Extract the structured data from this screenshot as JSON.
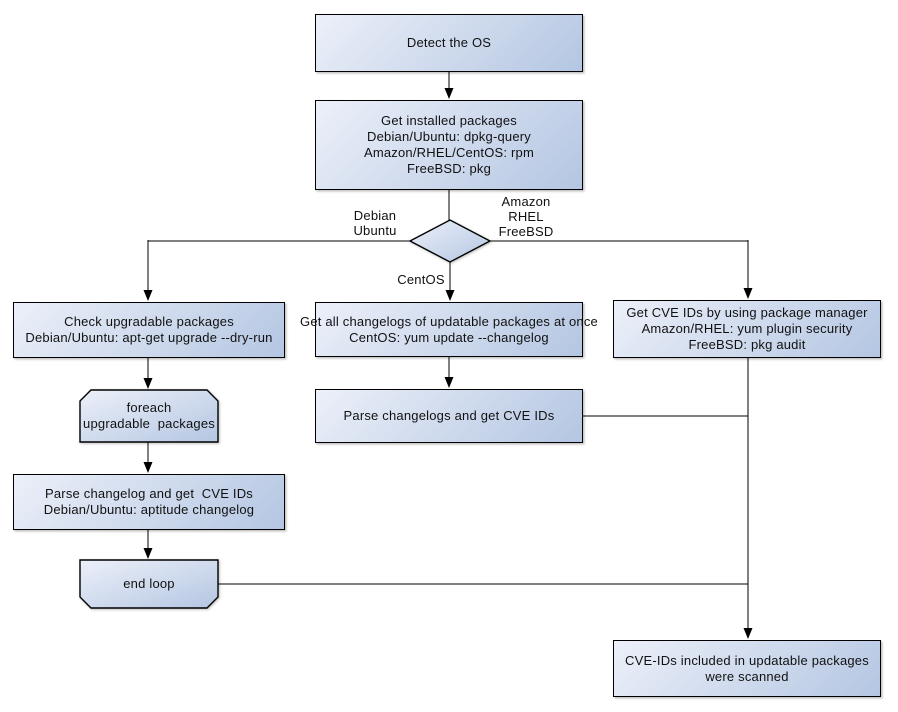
{
  "diagram": {
    "nodes": {
      "detect_os": {
        "lines": [
          "Detect the OS"
        ]
      },
      "get_installed_packages": {
        "lines": [
          "Get installed packages",
          "Debian/Ubuntu: dpkg-query",
          "Amazon/RHEL/CentOS: rpm",
          "FreeBSD: pkg"
        ]
      },
      "check_upgradable_packages": {
        "lines": [
          "Check upgradable packages",
          "Debian/Ubuntu: apt-get upgrade --dry-run"
        ]
      },
      "foreach_loop": {
        "lines": [
          "foreach",
          "upgradable  packages"
        ]
      },
      "parse_changelog": {
        "lines": [
          "Parse changelog and get  CVE IDs",
          "Debian/Ubuntu: aptitude changelog"
        ]
      },
      "end_loop": {
        "lines": [
          "end loop"
        ]
      },
      "get_all_changelogs": {
        "lines": [
          "Get all changelogs of updatable packages at once",
          "CentOS: yum update --changelog"
        ]
      },
      "parse_changelogs": {
        "lines": [
          "Parse changelogs and get CVE IDs"
        ]
      },
      "get_cve_ids": {
        "lines": [
          "Get CVE IDs by using package manager",
          "Amazon/RHEL: yum plugin security",
          "FreeBSD: pkg audit"
        ]
      },
      "result": {
        "lines": [
          "CVE-IDs included in updatable packages",
          "were scanned"
        ]
      }
    },
    "edge_labels": {
      "debian": "Debian",
      "ubuntu": "Ubuntu",
      "amazon": "Amazon",
      "rhel": "RHEL",
      "freebsd": "FreeBSD",
      "centos": "CentOS"
    },
    "colors": {
      "node_fill_top": "#ecf0f9",
      "node_fill_bottom": "#b4c6e2",
      "node_border": "#000000",
      "connector": "#000000",
      "background": "#ffffff",
      "text": "#111111"
    }
  }
}
